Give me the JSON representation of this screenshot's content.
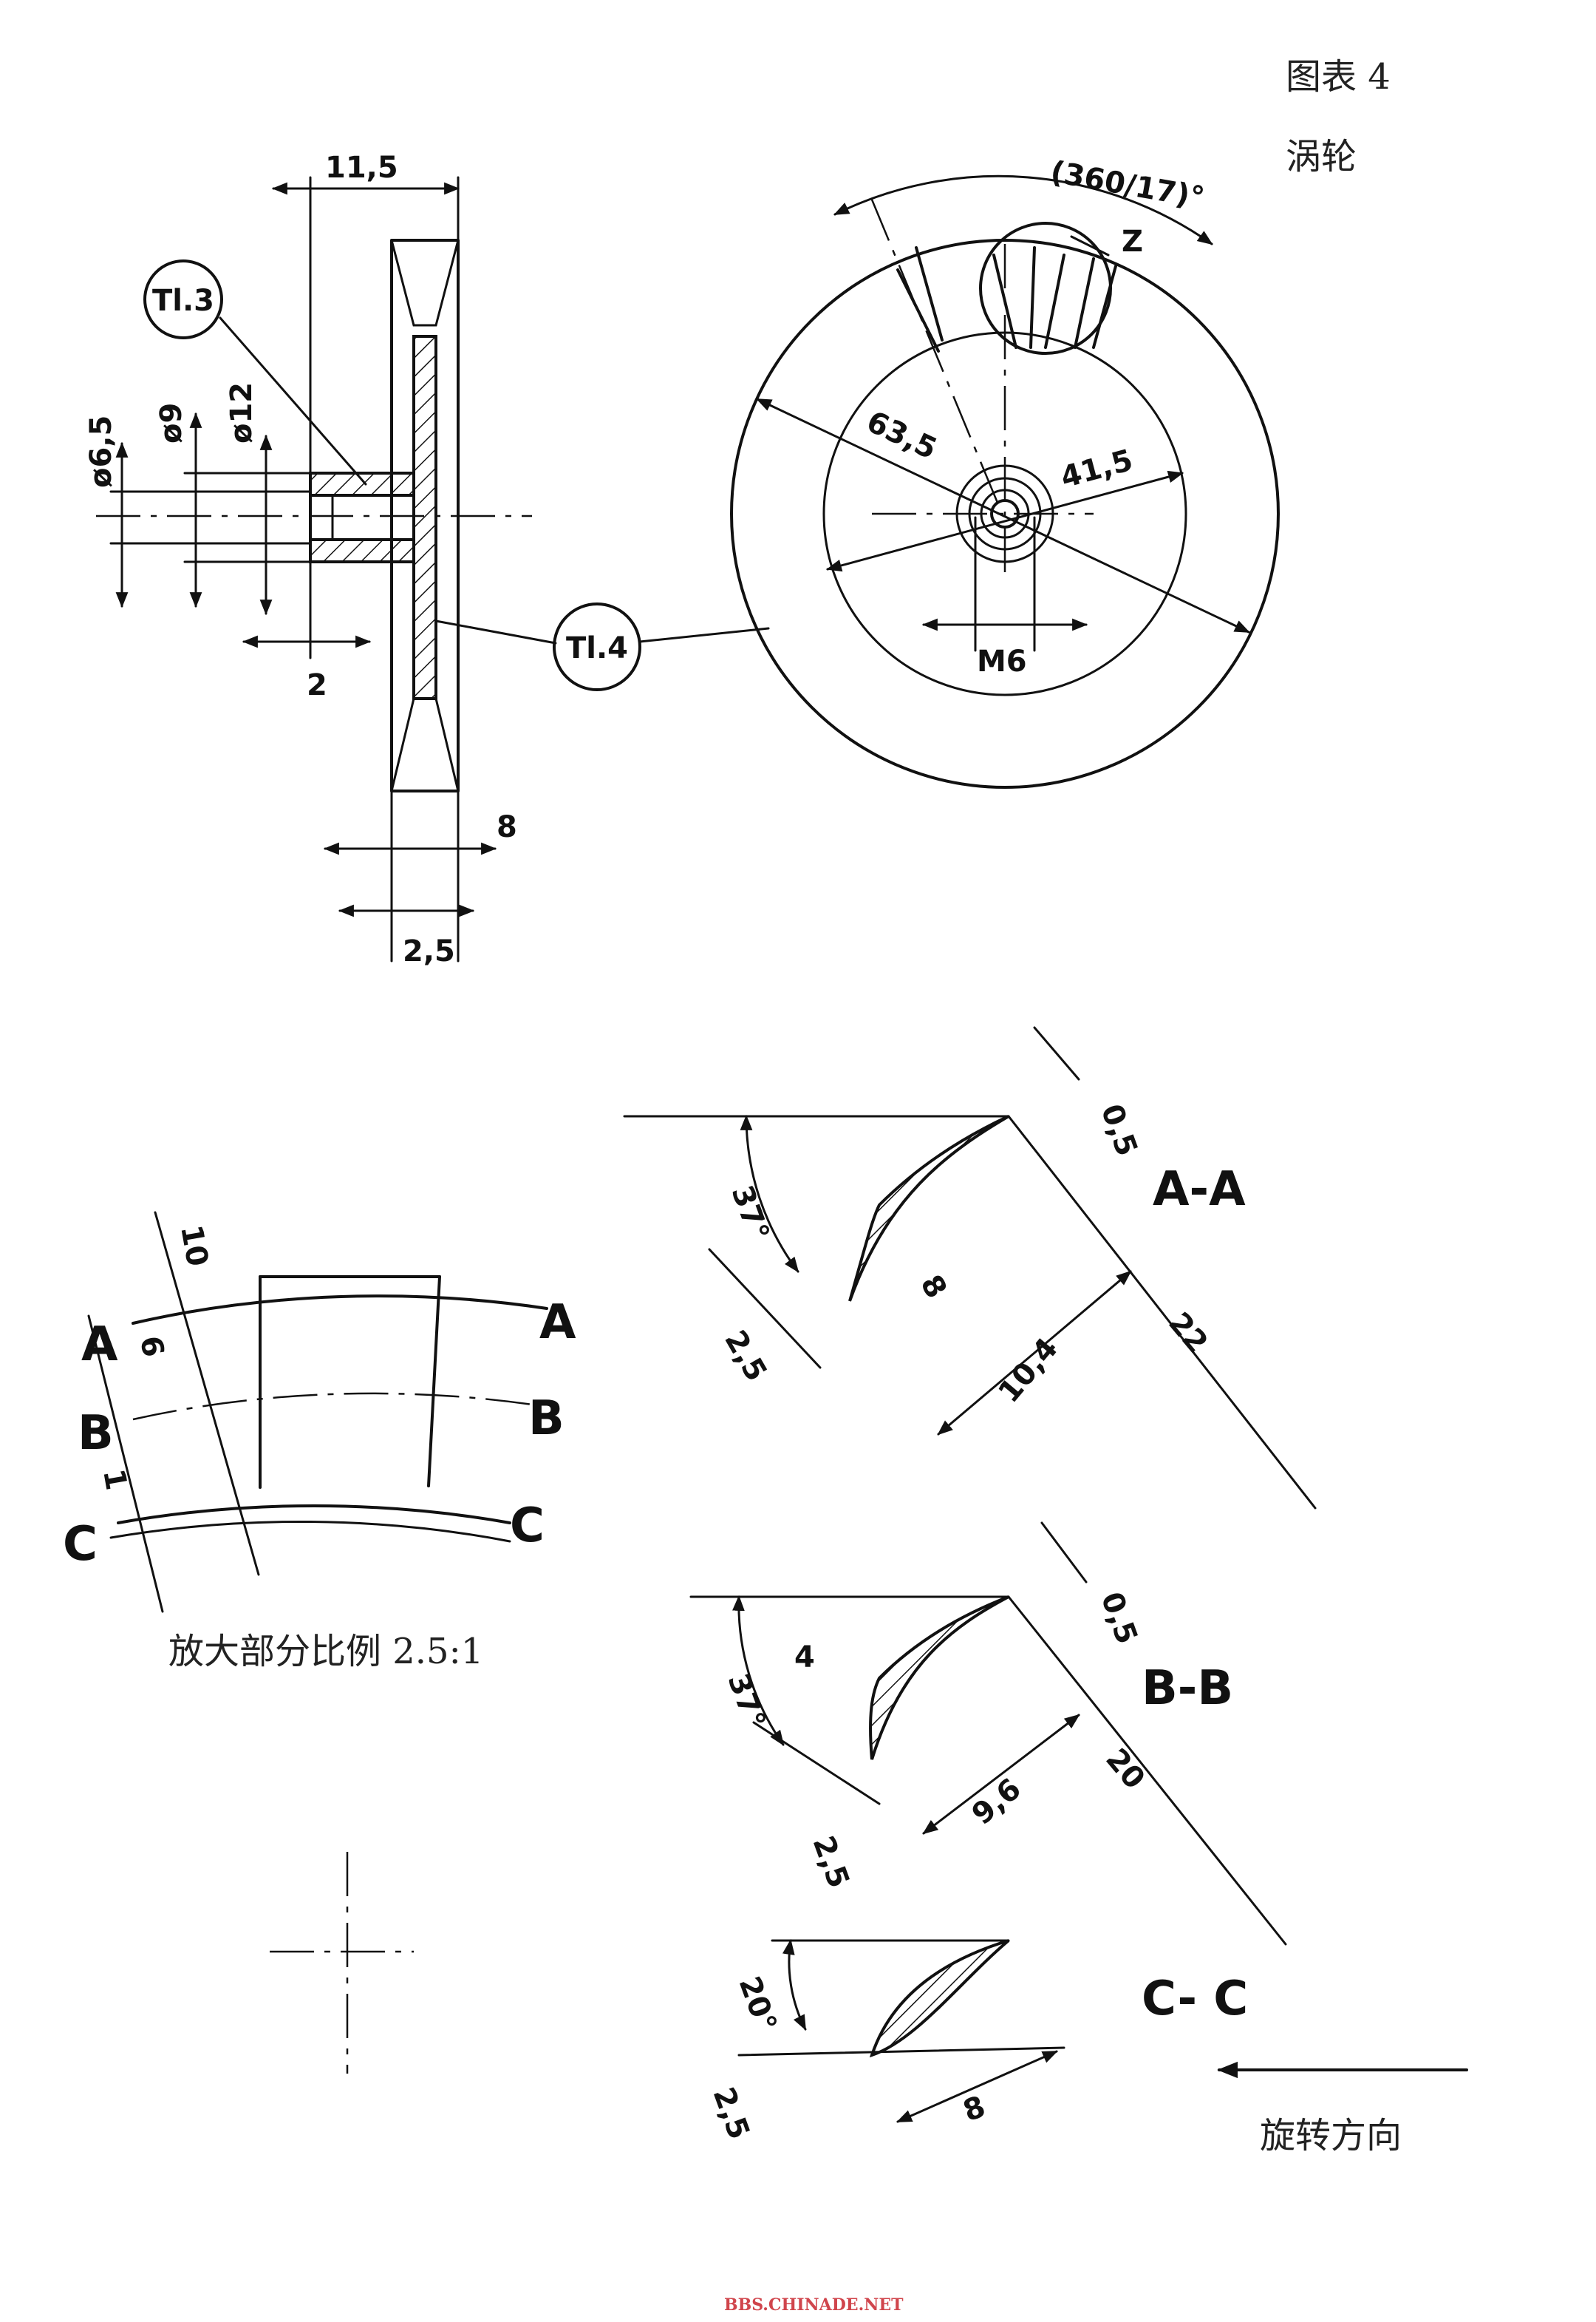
{
  "header": {
    "figure_label": "图表 4",
    "title": "涡轮"
  },
  "side_view": {
    "dims": {
      "top_width": "11,5",
      "dia_6_5": "ø6,5",
      "dia_9": "ø9",
      "dia_12": "ø12",
      "hub_step": "2",
      "rim_width": "8",
      "plate_thickness": "2,5"
    },
    "callouts": {
      "part_3": "Tl.3",
      "part_4": "Tl.4"
    }
  },
  "front_view": {
    "dims": {
      "pitch_angle": "(360/17)°",
      "detail_mark": "Z",
      "outer_dia": "63,5",
      "inner_dia": "41,5",
      "thread": "M6"
    }
  },
  "detail_view": {
    "labels": {
      "a_left": "A",
      "a_right": "A",
      "b_left": "B",
      "b_right": "B",
      "c_left": "C",
      "c_right": "C"
    },
    "dims": {
      "d10": "10",
      "d6": "6",
      "d1": "1"
    },
    "caption": "放大部分比例 2.5:1"
  },
  "section_aa": {
    "title": "A-A",
    "dims": {
      "tip": "0,5",
      "angle": "37°",
      "thickness": "8",
      "chord": "10,4",
      "length": "22",
      "root": "2,5"
    }
  },
  "section_bb": {
    "title": "B-B",
    "dims": {
      "tip": "0,5",
      "angle": "37°",
      "thickness": "4",
      "chord": "9,6",
      "length": "20",
      "root": "2,5"
    }
  },
  "section_cc": {
    "title": "C- C",
    "dims": {
      "angle": "20°",
      "chord": "8",
      "root": "2,5"
    }
  },
  "rotation": {
    "label": "旋转方向"
  },
  "footer": {
    "watermark": "BBS.CHINADE.NET"
  }
}
